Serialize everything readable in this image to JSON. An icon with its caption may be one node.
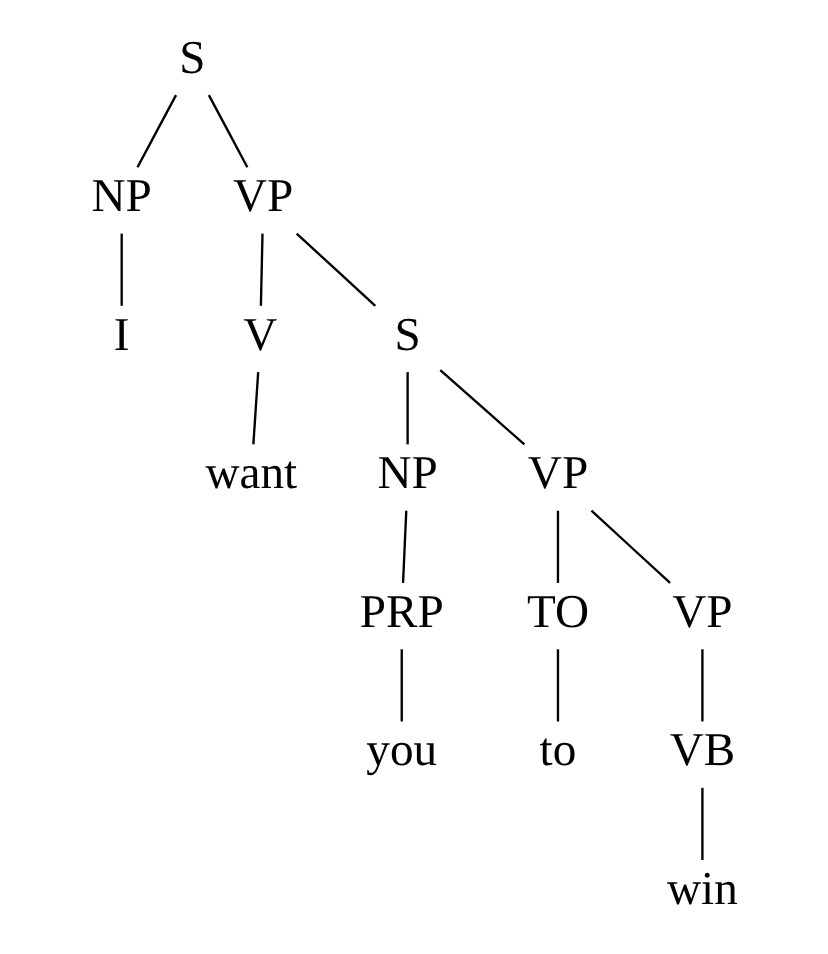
{
  "diagram": {
    "nodes": [
      {
        "text": [
          "S"
        ]
      },
      {
        "text": [
          "NP"
        ]
      },
      {
        "text": [
          "VP"
        ]
      },
      {
        "text": [
          "I"
        ]
      },
      {
        "text": [
          "V"
        ]
      },
      {
        "text": [
          "S"
        ]
      },
      {
        "text": [
          "want"
        ]
      },
      {
        "text": [
          "NP"
        ]
      },
      {
        "text": [
          "VP"
        ]
      },
      {
        "text": [
          "PRP"
        ]
      },
      {
        "text": [
          "TO"
        ]
      },
      {
        "text": [
          "VP"
        ]
      },
      {
        "text": [
          "you"
        ]
      },
      {
        "text": [
          "to"
        ]
      },
      {
        "text": [
          "VB"
        ]
      },
      {
        "text": [
          "win"
        ]
      }
    ],
    "edges": [
      {
        "from": 0,
        "to": 1,
        "arrow": "none"
      },
      {
        "from": 0,
        "to": 2,
        "arrow": "none"
      },
      {
        "from": 1,
        "to": 3,
        "arrow": "none"
      },
      {
        "from": 2,
        "to": 4,
        "arrow": "none"
      },
      {
        "from": 2,
        "to": 5,
        "arrow": "none"
      },
      {
        "from": 4,
        "to": 6,
        "arrow": "none"
      },
      {
        "from": 5,
        "to": 7,
        "arrow": "none"
      },
      {
        "from": 5,
        "to": 8,
        "arrow": "none"
      },
      {
        "from": 7,
        "to": 9,
        "arrow": "none"
      },
      {
        "from": 9,
        "to": 12,
        "arrow": "none"
      },
      {
        "from": 8,
        "to": 10,
        "arrow": "none"
      },
      {
        "from": 8,
        "to": 11,
        "arrow": "none"
      },
      {
        "from": 10,
        "to": 13,
        "arrow": "none"
      },
      {
        "from": 11,
        "to": 14,
        "arrow": "none"
      },
      {
        "from": 14,
        "to": 15,
        "arrow": "none"
      }
    ]
  }
}
